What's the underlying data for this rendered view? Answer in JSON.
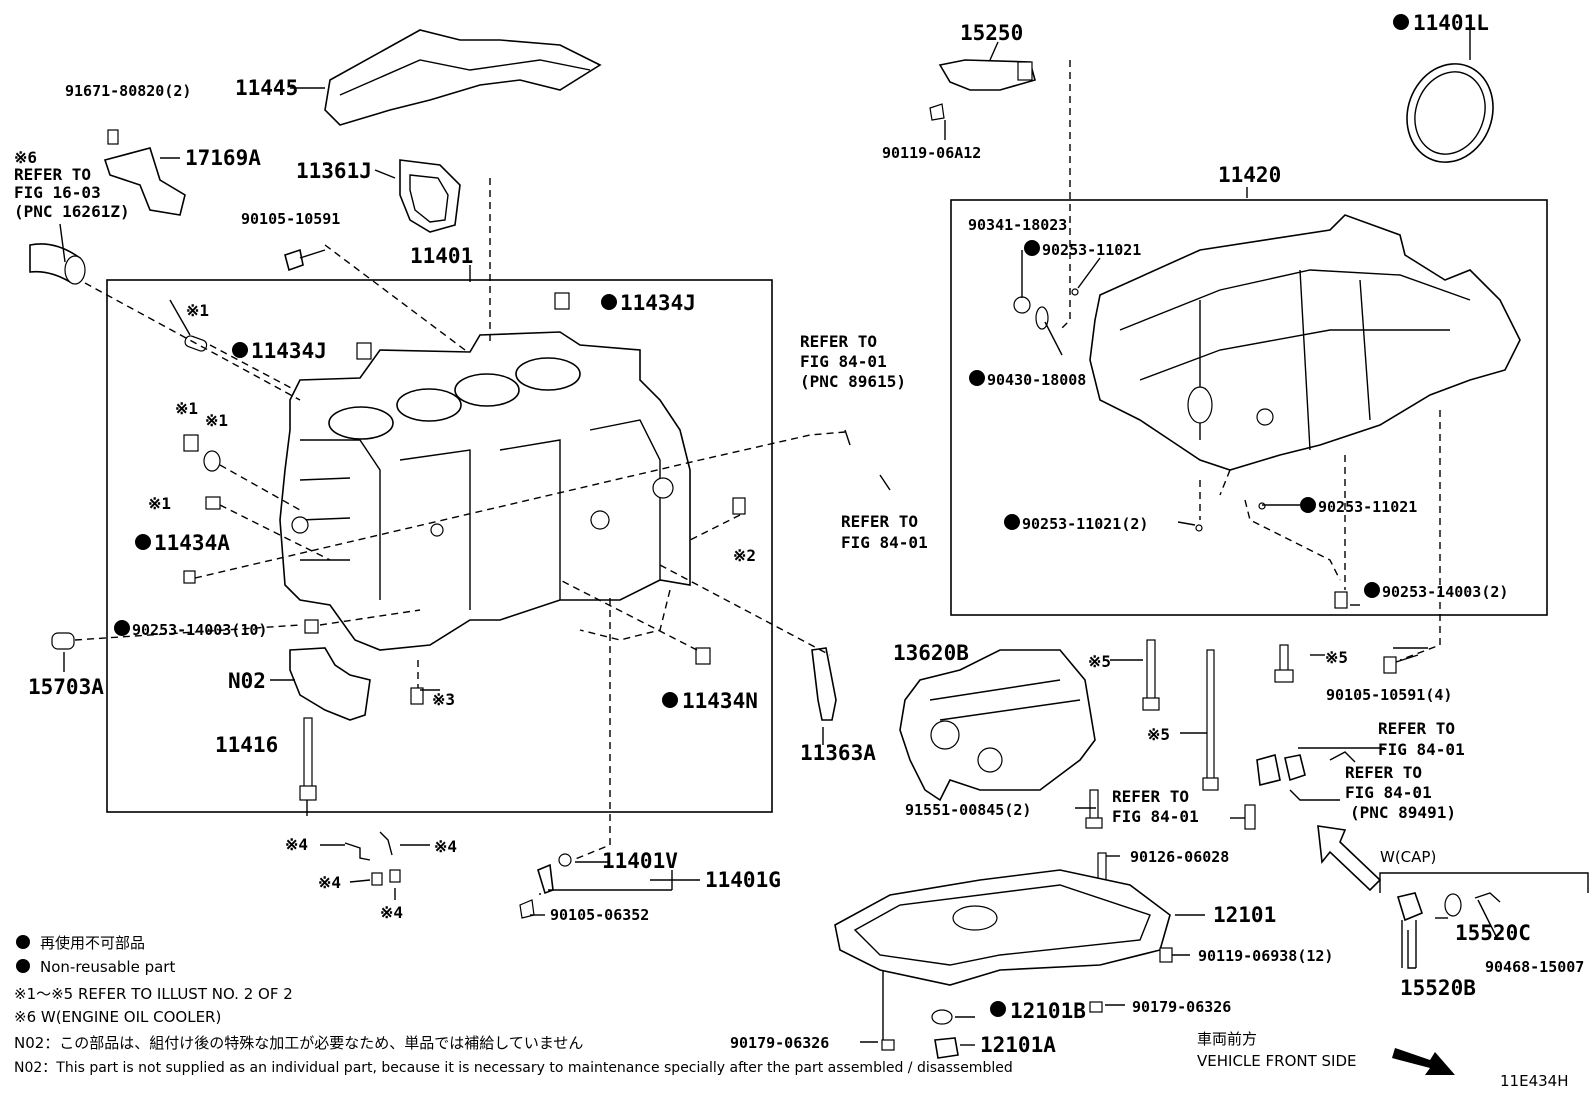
{
  "diagram_code": "11E434H",
  "labels": {
    "p11445": "11445",
    "p91671": "91671-80820(2)",
    "p17169A": "17169A",
    "note6_refer": "※6",
    "refer_1603_a": "REFER TO",
    "refer_1603_b": "FIG 16-03",
    "refer_1603_c": "(PNC 16261Z)",
    "p11361J": "11361J",
    "p90105_10591": "90105-10591",
    "p11401": "11401",
    "p11434J_a": "11434J",
    "p11434J_b": "11434J",
    "m1a": "※1",
    "m1b": "※1",
    "m1c": "※1",
    "m1d": "※1",
    "p11434A": "11434A",
    "m2": "※2",
    "p90253_14003_10": "90253-14003(10)",
    "p15703A": "15703A",
    "pN02": "N02",
    "m3": "※3",
    "p11434N": "11434N",
    "p11416": "11416",
    "p11363A": "11363A",
    "refer_8401_a1": "REFER TO",
    "refer_8401_a2": "FIG 84-01",
    "refer_8401_a3": "(PNC 89615)",
    "refer_8401_b1": "REFER TO",
    "refer_8401_b2": "FIG 84-01",
    "m4a": "※4",
    "m4b": "※4",
    "m4c": "※4",
    "m4d": "※4",
    "p11401V": "11401V",
    "p11401G": "11401G",
    "p90105_06352": "90105-06352",
    "p15250": "15250",
    "p90119_06A12": "90119-06A12",
    "p11401L": "11401L",
    "p11420": "11420",
    "p90341_18023": "90341-18023",
    "p90253_11021_a": "90253-11021",
    "p90430_18008": "90430-18008",
    "p90253_11021_b": "90253-11021",
    "p90253_11021_2": "90253-11021(2)",
    "p90253_14003_2": "90253-14003(2)",
    "p13620B": "13620B",
    "m5a": "※5",
    "m5b": "※5",
    "m5c": "※5",
    "p90105_10591_4": "90105-10591(4)",
    "refer_8401_c1": "REFER TO",
    "refer_8401_c2": "FIG 84-01",
    "refer_8401_d1": "REFER TO",
    "refer_8401_d2": "FIG 84-01",
    "refer_8401_d3": "(PNC 89491)",
    "refer_8401_e1": "REFER TO",
    "refer_8401_e2": "FIG 84-01",
    "p91551": "91551-00845(2)",
    "p90126": "90126-06028",
    "wcap": "W(CAP)",
    "p12101": "12101",
    "p90119_06938": "90119-06938(12)",
    "p15520C": "15520C",
    "p90468": "90468-15007",
    "p15520B": "15520B",
    "p90179_a": "90179-06326",
    "p90179_b": "90179-06326",
    "p12101B": "12101B",
    "p12101A": "12101A",
    "front_jp": "車両前方",
    "front_en": "VEHICLE FRONT SIDE"
  },
  "legend": {
    "jp_nonreusable": "再使用不可部品",
    "en_nonreusable": "Non-reusable part",
    "refer_illust": "※1～※5  REFER TO ILLUST NO. 2 OF 2",
    "w_cooler": "※6 W(ENGINE OIL COOLER)",
    "n02_jp": "N02：この部品は、組付け後の特殊な加工が必要なため、単品では補給していません",
    "n02_en": "N02：This part is not supplied as an individual part, because it is necessary to maintenance specially after the part assembled / disassembled"
  }
}
